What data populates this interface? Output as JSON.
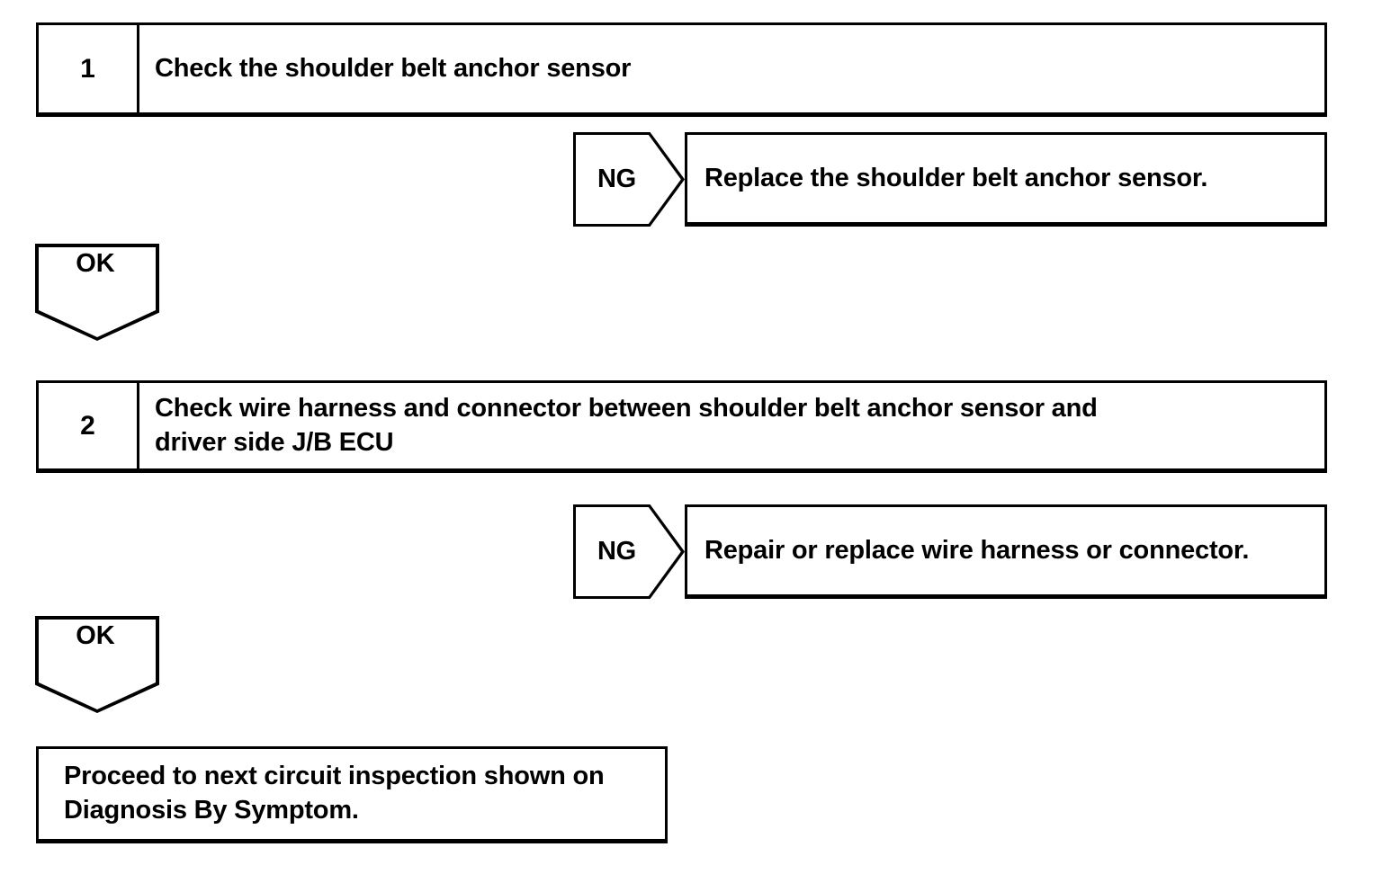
{
  "document": {
    "type": "diagnostic-troubleshooting-flowchart",
    "background_color": "#ffffff",
    "line_color": "#000000",
    "text_color": "#000000"
  },
  "steps": [
    {
      "number": "1",
      "instruction": "Check the shoulder belt anchor sensor",
      "ng": {
        "label": "NG",
        "action": "Replace the shoulder belt anchor sensor."
      },
      "ok": {
        "label": "OK"
      }
    },
    {
      "number": "2",
      "instruction": "Check wire harness and connector between shoulder belt anchor sensor and\ndriver side J/B ECU",
      "ng": {
        "label": "NG",
        "action": "Repair or replace wire harness or connector."
      },
      "ok": {
        "label": "OK"
      }
    }
  ],
  "terminal": {
    "text": "Proceed to next circuit inspection shown on\nDiagnosis By Symptom."
  }
}
